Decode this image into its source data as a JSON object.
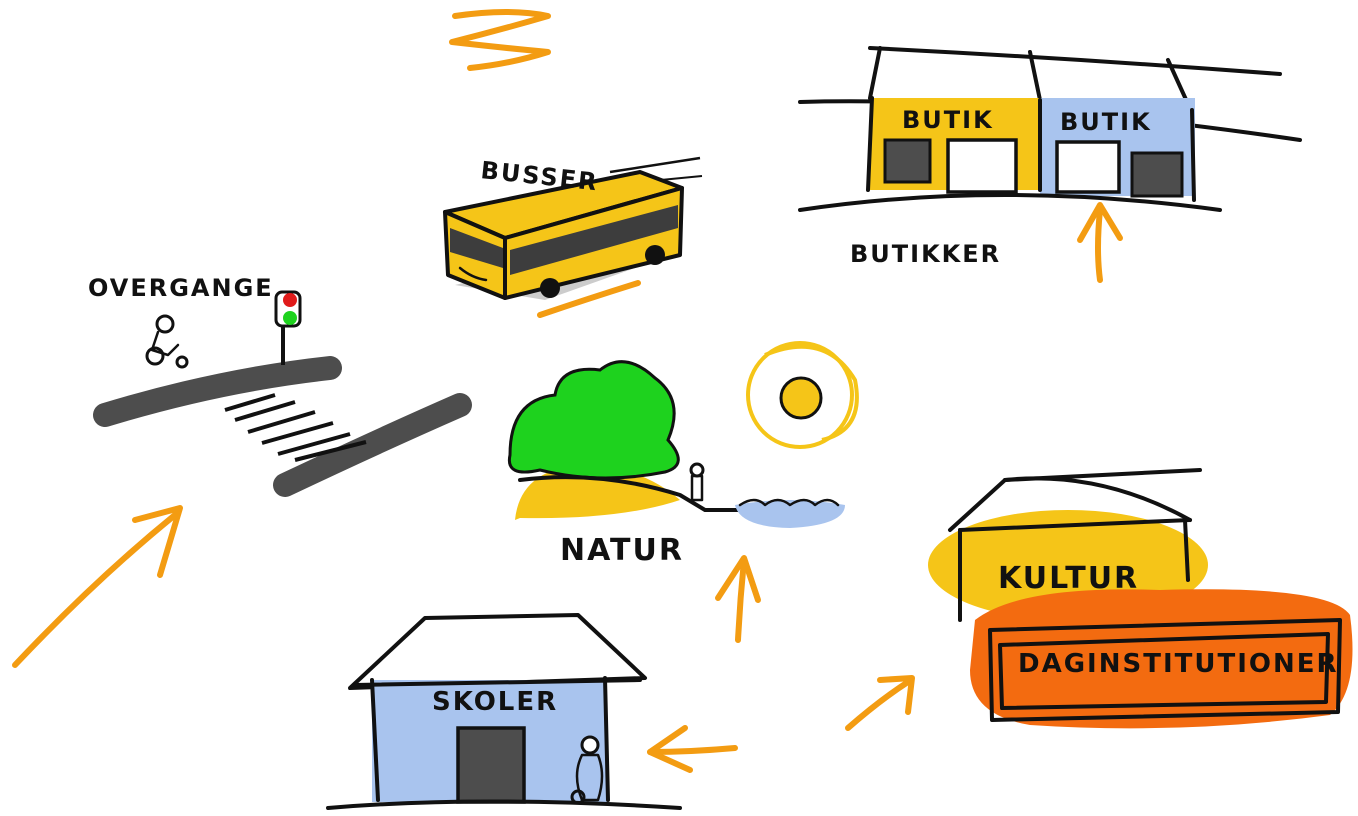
{
  "labels": {
    "busser": "BUSSER",
    "butik_left": "BUTIK",
    "butik_right": "BUTIK",
    "butikker": "BUTIKKER",
    "overgange": "OVERGANGE",
    "natur": "NATUR",
    "kultur": "KULTUR",
    "dagininstitutioner": "DAGINSTITUTIONER",
    "skoler": "SKOLER"
  },
  "colors": {
    "yellow": "#f5c518",
    "blue": "#a9c4ee",
    "orange_arrow": "#f39c12",
    "orange_fill": "#f36b10",
    "green": "#1ed21e",
    "asphalt": "#4d4d4d",
    "red": "#e01b1b"
  }
}
